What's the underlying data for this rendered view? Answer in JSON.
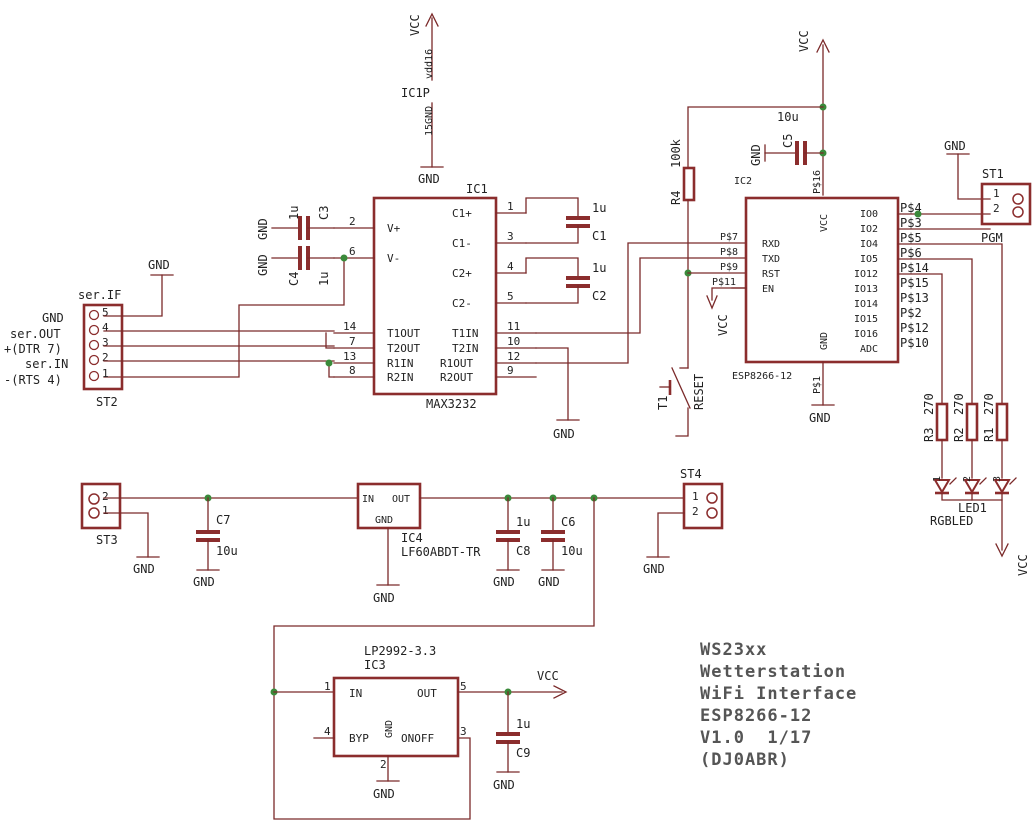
{
  "power": {
    "vcc": "VCC",
    "gnd": "GND"
  },
  "ic1p": {
    "name": "IC1P",
    "pin_vdd": "vdd16",
    "pin_gnd": "15GND"
  },
  "ic1": {
    "name": "IC1",
    "part": "MAX3232",
    "left_pins": [
      {
        "num": "2",
        "label": "V+"
      },
      {
        "num": "6",
        "label": "V-"
      },
      {
        "num": "14",
        "label": "T1OUT"
      },
      {
        "num": "7",
        "label": "T2OUT"
      },
      {
        "num": "13",
        "label": "R1IN"
      },
      {
        "num": "8",
        "label": "R2IN"
      }
    ],
    "right_pins": [
      {
        "num": "1",
        "label": "C1+"
      },
      {
        "num": "3",
        "label": "C1-"
      },
      {
        "num": "4",
        "label": "C2+"
      },
      {
        "num": "5",
        "label": "C2-"
      },
      {
        "num": "11",
        "label": "T1IN"
      },
      {
        "num": "10",
        "label": "T2IN"
      },
      {
        "num": "12",
        "label": "R1OUT"
      },
      {
        "num": "9",
        "label": "R2OUT"
      }
    ]
  },
  "caps": {
    "c1": {
      "name": "C1",
      "value": "1u"
    },
    "c2": {
      "name": "C2",
      "value": "1u"
    },
    "c3": {
      "name": "C3",
      "value": "1u"
    },
    "c4": {
      "name": "C4",
      "value": "1u"
    },
    "c5": {
      "name": "C5",
      "value": "10u"
    },
    "c6": {
      "name": "C6",
      "value": "10u"
    },
    "c7": {
      "name": "C7",
      "value": "10u"
    },
    "c8": {
      "name": "C8",
      "value": "1u"
    },
    "c9": {
      "name": "C9",
      "value": "1u"
    }
  },
  "st2": {
    "name": "ST2",
    "header": "ser.IF",
    "pins": [
      {
        "num": "5",
        "label": "GND"
      },
      {
        "num": "4",
        "label": "ser.OUT"
      },
      {
        "num": "3",
        "label": "+(DTR 7)"
      },
      {
        "num": "2",
        "label": "ser.IN"
      },
      {
        "num": "1",
        "label": "-(RTS 4)"
      }
    ]
  },
  "ic2": {
    "name": "IC2",
    "part": "ESP8266-12",
    "left_labels": [
      "RXD",
      "TXD",
      "RST",
      "EN"
    ],
    "left_pads": [
      "P$7",
      "P$8",
      "P$9",
      "P$11"
    ],
    "vcc_label": "VCC",
    "gnd_label": "GND",
    "top_pad": "P$16",
    "bottom_pad": "P$1",
    "right_labels": [
      "IO0",
      "IO2",
      "IO4",
      "IO5",
      "IO12",
      "IO13",
      "IO14",
      "IO15",
      "IO16",
      "ADC"
    ],
    "right_pads": [
      "P$4",
      "P$3",
      "P$5",
      "P$6",
      "P$14",
      "P$15",
      "P$13",
      "P$2",
      "P$12",
      "P$10"
    ]
  },
  "r4": {
    "name": "R4",
    "value": "100k"
  },
  "t1": {
    "name": "T1",
    "label": "RESET"
  },
  "st1": {
    "name": "ST1",
    "label": "PGM",
    "pins": [
      "1",
      "2"
    ]
  },
  "resistors": [
    {
      "name": "R3",
      "value": "270"
    },
    {
      "name": "R2",
      "value": "270"
    },
    {
      "name": "R1",
      "value": "270"
    }
  ],
  "led1": {
    "name": "LED1",
    "part": "RGBLED",
    "pins": [
      "1",
      "2",
      "3"
    ]
  },
  "st3": {
    "name": "ST3",
    "pins": [
      "2",
      "1"
    ]
  },
  "st4": {
    "name": "ST4",
    "pins": [
      "1",
      "2"
    ]
  },
  "ic4": {
    "name": "IC4",
    "part": "LF60ABDT-TR",
    "in": "IN",
    "out": "OUT",
    "gnd": "GND"
  },
  "ic3": {
    "name": "IC3",
    "part": "LP2992-3.3",
    "in": "IN",
    "out": "OUT",
    "byp": "BYP",
    "onoff": "ONOFF",
    "gnd": "GND",
    "pin_in": "1",
    "pin_out": "5",
    "pin_byp": "4",
    "pin_onoff": "3",
    "pin_gnd": "2"
  },
  "title_block": [
    "WS23xx",
    "Wetterstation",
    "WiFi Interface",
    "ESP8266-12",
    "V1.0  1/17",
    "(DJ0ABR)"
  ]
}
